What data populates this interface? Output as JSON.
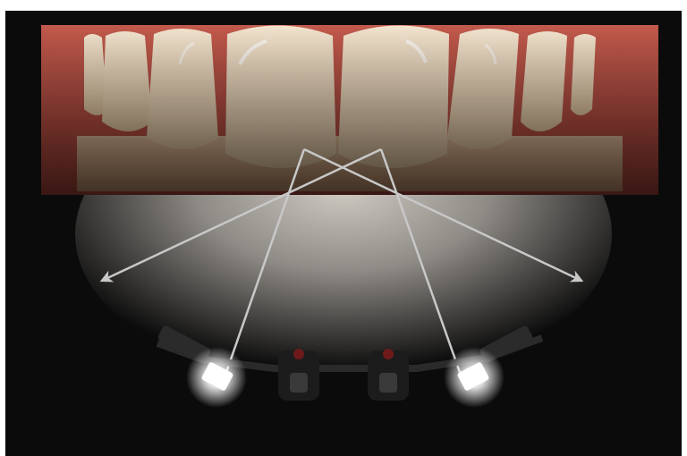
{
  "scene": {
    "subject": "dental-photography-flash-setup",
    "elements": [
      "smile-photo",
      "light-paths",
      "flash-units",
      "camera-bracket"
    ],
    "colors": {
      "background": "#0b0b0b",
      "gums": "#b14b40",
      "teeth": "#e9d2b4",
      "arrows": "#c8c8c8",
      "flash": "#ffffff"
    },
    "arrow_count": 4,
    "flash_count": 2
  }
}
